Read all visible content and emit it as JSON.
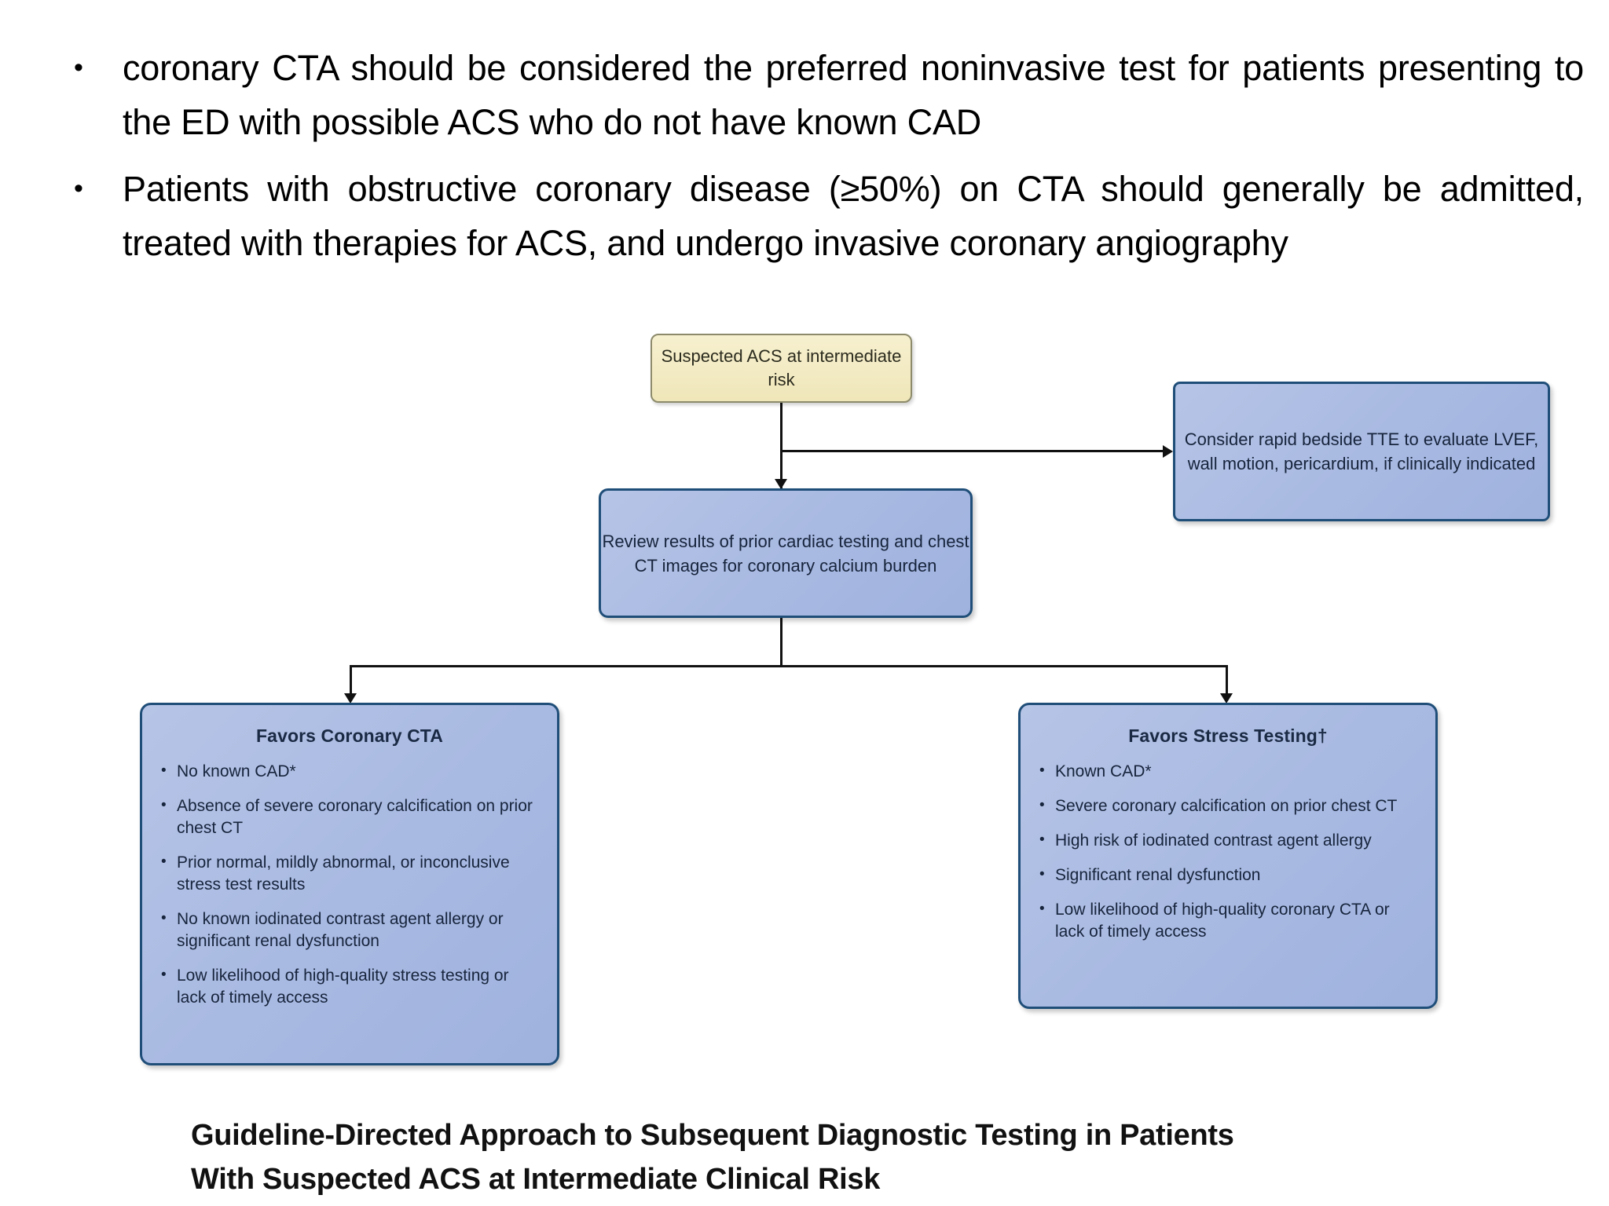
{
  "slide": {
    "bullets": [
      "coronary CTA should be considered the preferred noninvasive test for patients presenting to the ED with possible ACS who do not have known CAD",
      "Patients with obstructive coronary disease (≥50%) on CTA should generally be admitted, treated with therapies for ACS, and undergo invasive coronary angiography"
    ],
    "bullet_marker": "•"
  },
  "flowchart": {
    "type": "flowchart",
    "nodes": {
      "start": {
        "id": "start",
        "text": "Suspected ACS at intermediate risk",
        "fill": "#efe6b9",
        "border": "#8c8a6b"
      },
      "tte": {
        "id": "tte",
        "text": "Consider rapid bedside TTE to evaluate LVEF, wall motion, pericardium, if clinically indicated",
        "fill": "#a9bae2",
        "border": "#1f4e79"
      },
      "review": {
        "id": "review",
        "text": "Review results of prior cardiac testing and chest CT images for coronary calcium burden",
        "fill": "#a9bae2",
        "border": "#1f4e79"
      },
      "favors_cta": {
        "id": "favors_cta",
        "title": "Favors Coronary CTA",
        "fill": "#a9bae2",
        "border": "#1f4e79",
        "items": [
          "No known CAD*",
          "Absence of severe coronary calcification on prior chest CT",
          "Prior normal, mildly abnormal, or inconclusive stress test results",
          "No known iodinated contrast agent allergy or significant renal dysfunction",
          "Low likelihood of high-quality stress testing or lack of timely access"
        ]
      },
      "favors_stress": {
        "id": "favors_stress",
        "title": "Favors Stress Testing†",
        "fill": "#a9bae2",
        "border": "#1f4e79",
        "items": [
          "Known CAD*",
          "Severe coronary calcification on prior chest CT",
          "High risk of iodinated contrast agent allergy",
          "Significant renal dysfunction",
          "Low likelihood of high-quality coronary CTA or lack of timely access"
        ]
      }
    },
    "edges": [
      {
        "from": "start",
        "to": "review",
        "style": "arrow-down"
      },
      {
        "from": "start",
        "to": "tte",
        "style": "arrow-right"
      },
      {
        "from": "review",
        "to": "favors_cta",
        "style": "arrow-down"
      },
      {
        "from": "review",
        "to": "favors_stress",
        "style": "arrow-down"
      }
    ]
  },
  "caption": {
    "line1": "Guideline-Directed Approach to Subsequent Diagnostic Testing in Patients",
    "line2": "With Suspected ACS at Intermediate Clinical Risk"
  }
}
